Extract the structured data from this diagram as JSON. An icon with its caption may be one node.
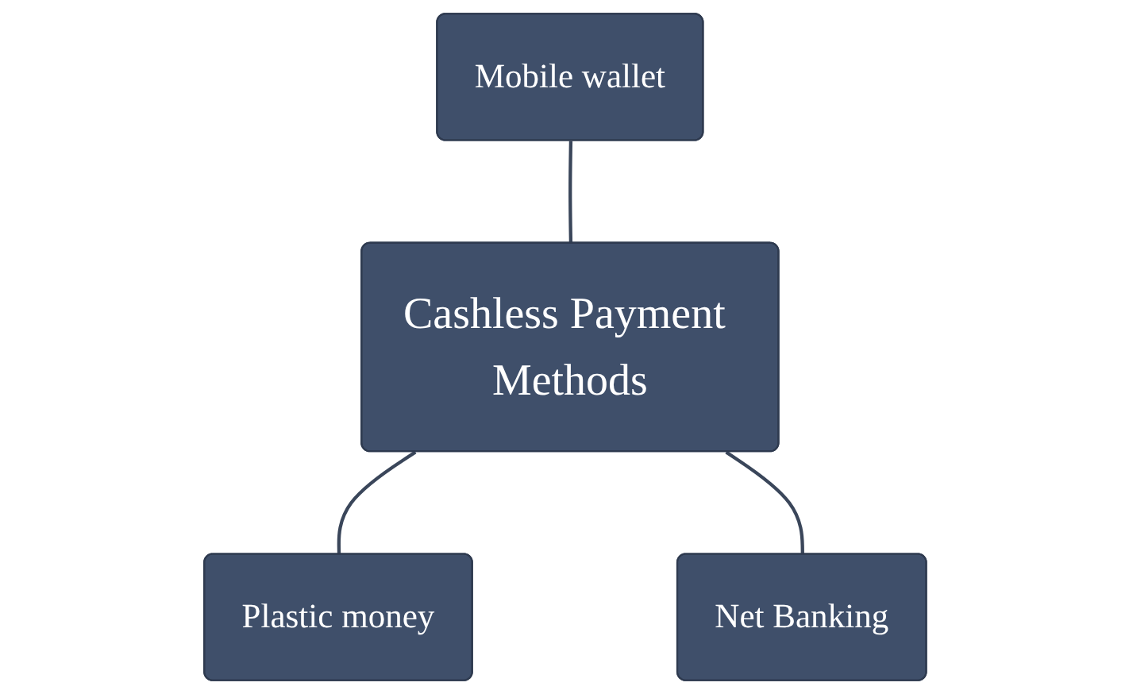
{
  "diagram": {
    "nodes": [
      {
        "text": [
          "Mobile wallet"
        ]
      },
      {
        "text": [
          "Cashless Payment Methods"
        ]
      },
      {
        "text": [
          "Plastic money"
        ]
      },
      {
        "text": [
          "Net Banking"
        ]
      }
    ],
    "edges": [
      {
        "from": 0,
        "to": 1,
        "arrow": "none"
      },
      {
        "from": 1,
        "to": 2,
        "arrow": "none"
      },
      {
        "from": 1,
        "to": 3,
        "arrow": "none"
      }
    ]
  }
}
